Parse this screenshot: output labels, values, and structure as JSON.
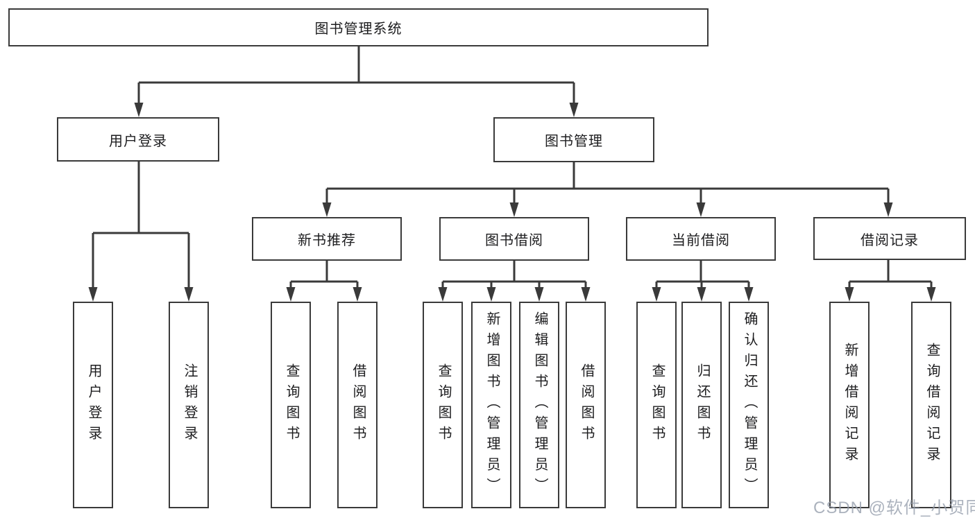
{
  "diagram": {
    "title": "图书管理系统",
    "branches": [
      {
        "label": "用户登录",
        "children": [
          "用户登录",
          "注销登录"
        ]
      },
      {
        "label": "图书管理",
        "groups": [
          {
            "label": "新书推荐",
            "children": [
              "查询图书",
              "借阅图书"
            ]
          },
          {
            "label": "图书借阅",
            "children": [
              "查询图书",
              "新增图书（管理员）",
              "编辑图书（管理员）",
              "借阅图书"
            ]
          },
          {
            "label": "当前借阅",
            "children": [
              "查询图书",
              "归还图书",
              "确认归还（管理员）"
            ]
          },
          {
            "label": "借阅记录",
            "children": [
              "新增借阅记录",
              "查询借阅记录"
            ]
          }
        ]
      }
    ]
  },
  "watermark": "CSDN @软件_小贺同学",
  "colors": {
    "line": "#3a3a3a",
    "box_border": "#3a3a3a",
    "text": "#1d1d1f",
    "background": "#ffffff",
    "watermark": "#949caa"
  }
}
